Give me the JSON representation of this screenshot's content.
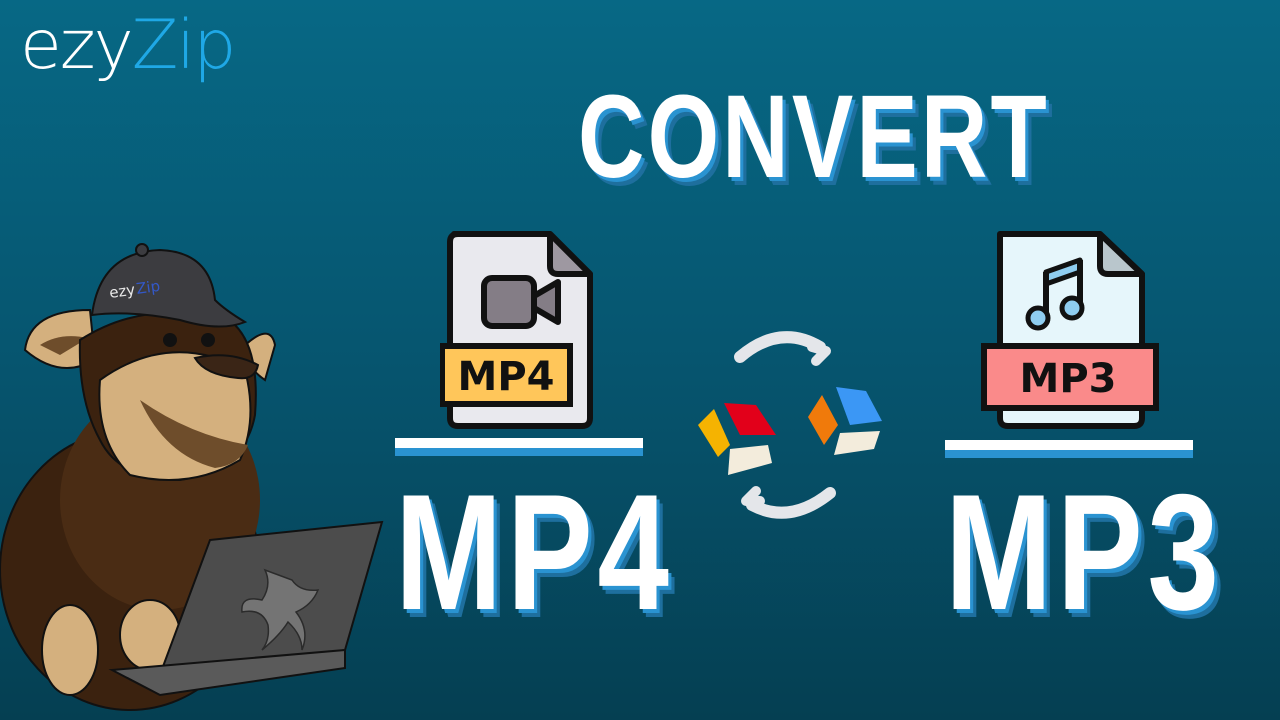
{
  "brand": {
    "logo_part1": "ezy",
    "logo_part2": "Zip",
    "logo_color_primary": "#ffffff",
    "logo_color_accent": "#1fa8e6",
    "cap_logo_part1": "ezy",
    "cap_logo_part2": "Zip"
  },
  "headline": {
    "title": "CONVERT",
    "source_format": "MP4",
    "target_format": "MP3"
  },
  "icons": {
    "source_file": {
      "name": "video-file-icon",
      "label": "MP4",
      "label_color": "#ffc65a"
    },
    "target_file": {
      "name": "audio-file-icon",
      "label": "MP3",
      "label_color": "#fa8a8a"
    },
    "converter": {
      "name": "convert-arrows-icon",
      "cube_colors": [
        "#f5b301",
        "#e2001a",
        "#f3ecdc",
        "#f07a0b",
        "#3b97f5"
      ]
    },
    "mascot": {
      "name": "monkey-mascot-laptop"
    }
  },
  "colors": {
    "background_top": "#076885",
    "background_bottom": "#053f52",
    "text_shadow_light": "#2a93d1",
    "text_shadow_dark": "#1e6f9e"
  }
}
